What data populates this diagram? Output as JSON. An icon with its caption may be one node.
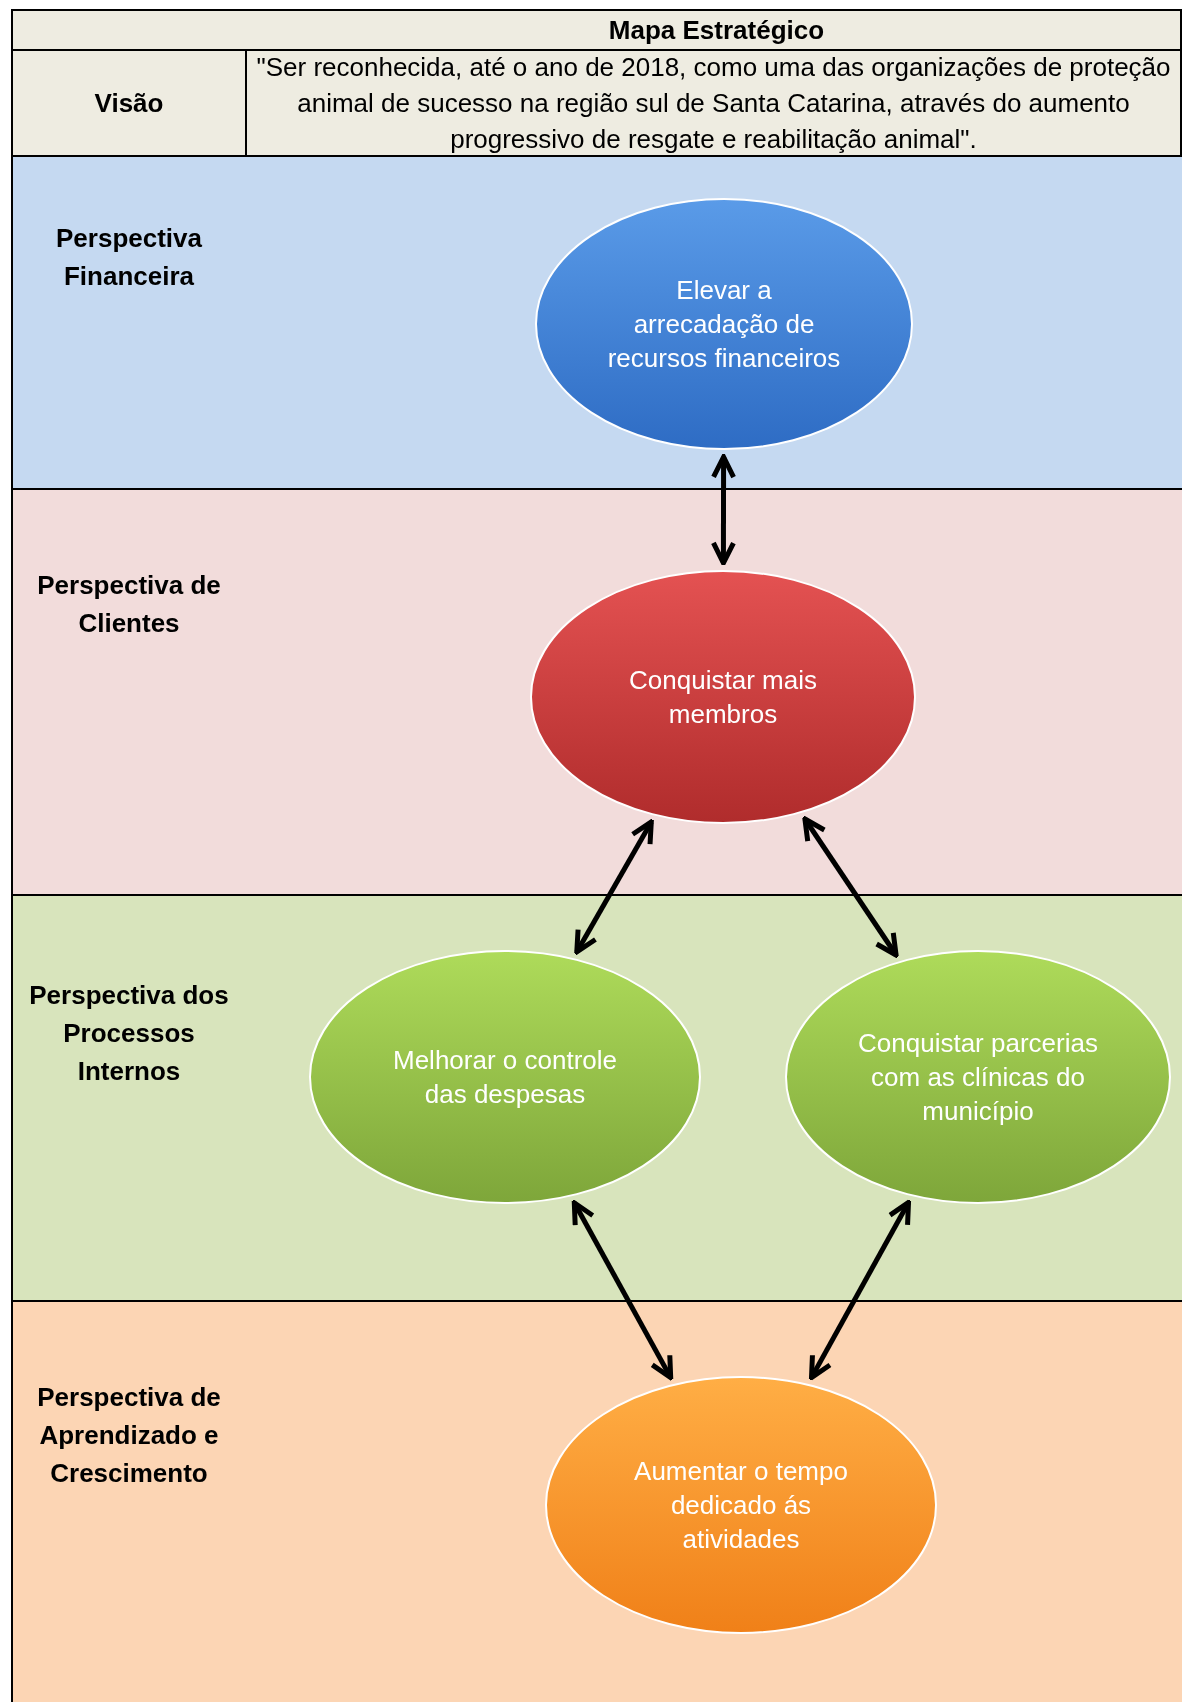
{
  "diagram": {
    "title": "Mapa Estratégico",
    "nodes": [
      {
        "text": [
          "Perspectiva Financeira"
        ]
      },
      {
        "text": [
          "Elevar a arrecadação de recursos financeiros"
        ],
        "in": 0
      },
      {
        "text": [
          "Perspectiva de Clientes"
        ]
      },
      {
        "text": [
          "Conquistar mais membros"
        ],
        "in": 2
      },
      {
        "text": [
          "Perspectiva dos Processos Internos"
        ]
      },
      {
        "text": [
          "Melhorar o controle das despesas"
        ],
        "in": 4
      },
      {
        "text": [
          "Conquistar parcerias com as clínicas do município"
        ],
        "in": 4
      },
      {
        "text": [
          "Perspectiva de Aprendizado e Crescimento"
        ]
      },
      {
        "text": [
          "Aumentar o tempo dedicado ás atividades"
        ],
        "in": 7
      }
    ],
    "edges": [
      {
        "from": 1,
        "to": 3,
        "arrow": "both"
      },
      {
        "from": 3,
        "to": 5,
        "arrow": "both"
      },
      {
        "from": 3,
        "to": 6,
        "arrow": "both"
      },
      {
        "from": 5,
        "to": 8,
        "arrow": "both"
      },
      {
        "from": 6,
        "to": 8,
        "arrow": "both"
      }
    ],
    "labels": [
      "Visão",
      "\"Ser reconhecida, até o ano de 2018, como uma das organizações de proteção animal de sucesso na região sul de Santa Catarina, através do aumento progressivo de resgate e reabilitação animal\"."
    ]
  }
}
